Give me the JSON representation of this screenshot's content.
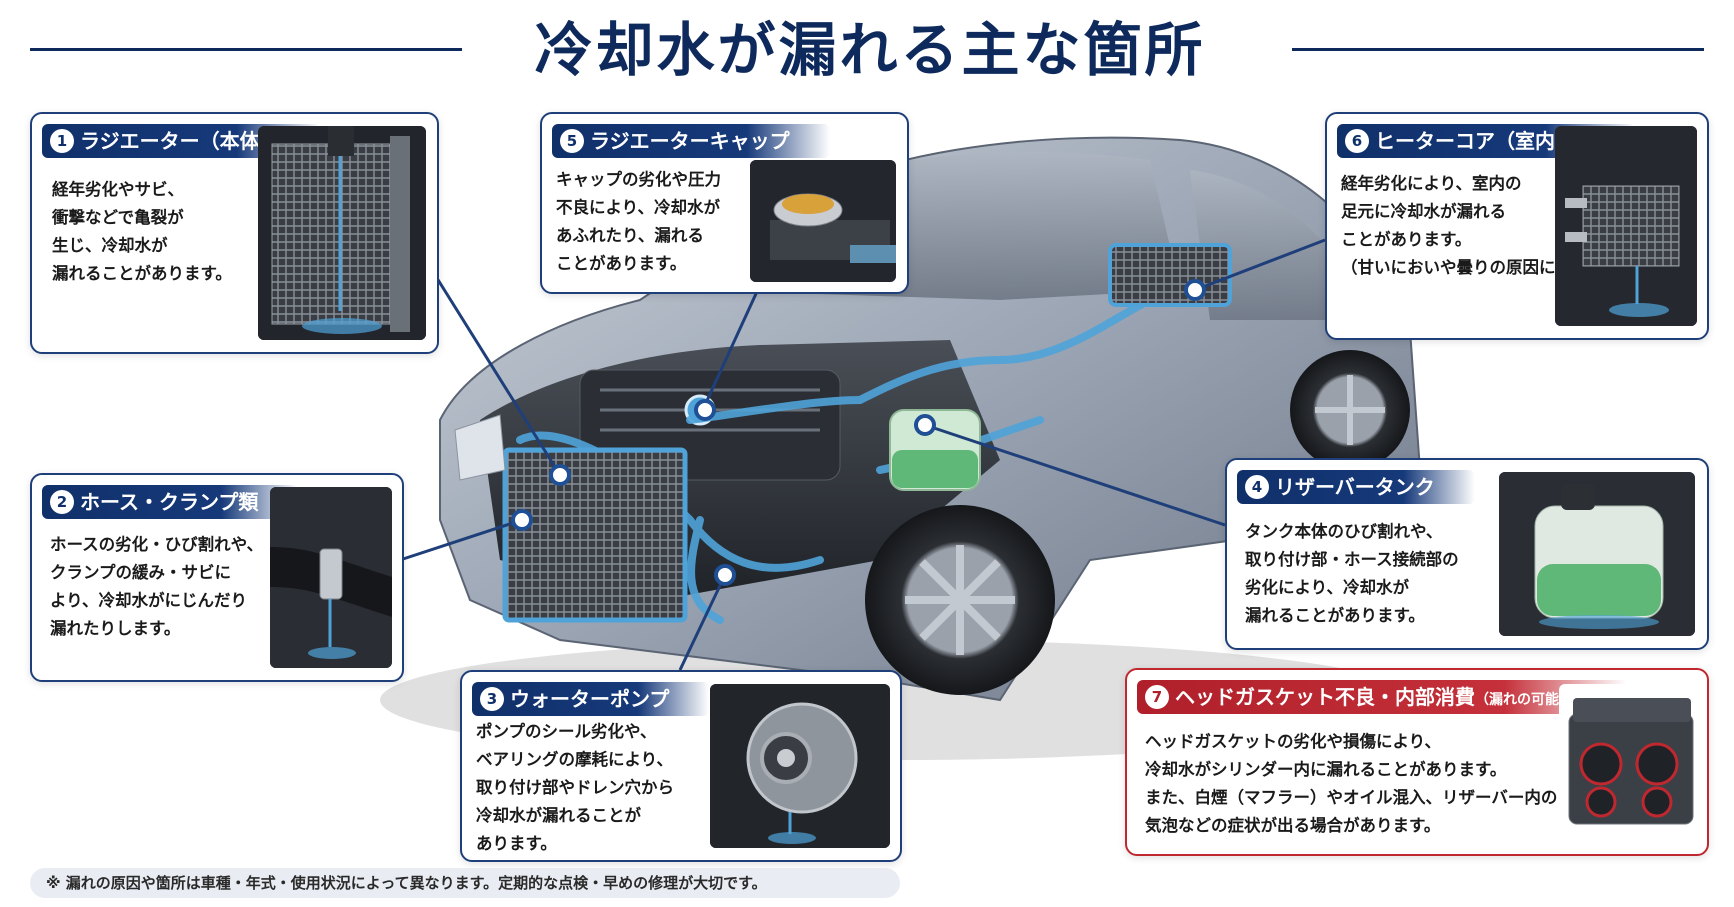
{
  "title": "冷却水が漏れる主な箇所",
  "callouts": [
    {
      "id": "radiator",
      "num": "1",
      "label": "ラジエーター（本体）",
      "body": "経年劣化やサビ、\n衝撃などで亀裂が\n生じ、冷却水が\n漏れることがあります。"
    },
    {
      "id": "hose",
      "num": "2",
      "label": "ホース・クランプ類",
      "body": "ホースの劣化・ひび割れや、\nクランプの緩み・サビに\nより、冷却水がにじんだり\n漏れたりします。"
    },
    {
      "id": "water-pump",
      "num": "3",
      "label": "ウォーターポンプ",
      "body": "ポンプのシール劣化や、\nベアリングの摩耗により、\n取り付け部やドレン穴から\n冷却水が漏れることが\nあります。"
    },
    {
      "id": "reservoir",
      "num": "4",
      "label": "リザーバータンク",
      "body": "タンク本体のひび割れや、\n取り付け部・ホース接続部の\n劣化により、冷却水が\n漏れることがあります。"
    },
    {
      "id": "radiator-cap",
      "num": "5",
      "label": "ラジエーターキャップ",
      "body": "キャップの劣化や圧力\n不良により、冷却水が\nあふれたり、漏れる\nことがあります。"
    },
    {
      "id": "heater-core",
      "num": "6",
      "label": "ヒーターコア（室内側）",
      "body": "経年劣化により、室内の\n足元に冷却水が漏れる\nことがあります。\n（甘いにおいや曇りの原因に）"
    },
    {
      "id": "head-gasket",
      "num": "7",
      "label": "ヘッドガスケット不良・内部消費",
      "note": "（漏れの可能性）",
      "body": "ヘッドガスケットの劣化や損傷により、\n冷却水がシリンダー内に漏れることがあります。\nまた、白煙（マフラー）やオイル混入、リザーバー内の\n気泡などの症状が出る場合があります。"
    }
  ],
  "footnote": "※ 漏れの原因や箇所は車種・年式・使用状況によって異なります。定期的な点検・早めの修理が大切です。",
  "colors": {
    "navy": "#0e2a5c",
    "accent_red": "#c0282f",
    "coolant": "#4fa3d9"
  }
}
